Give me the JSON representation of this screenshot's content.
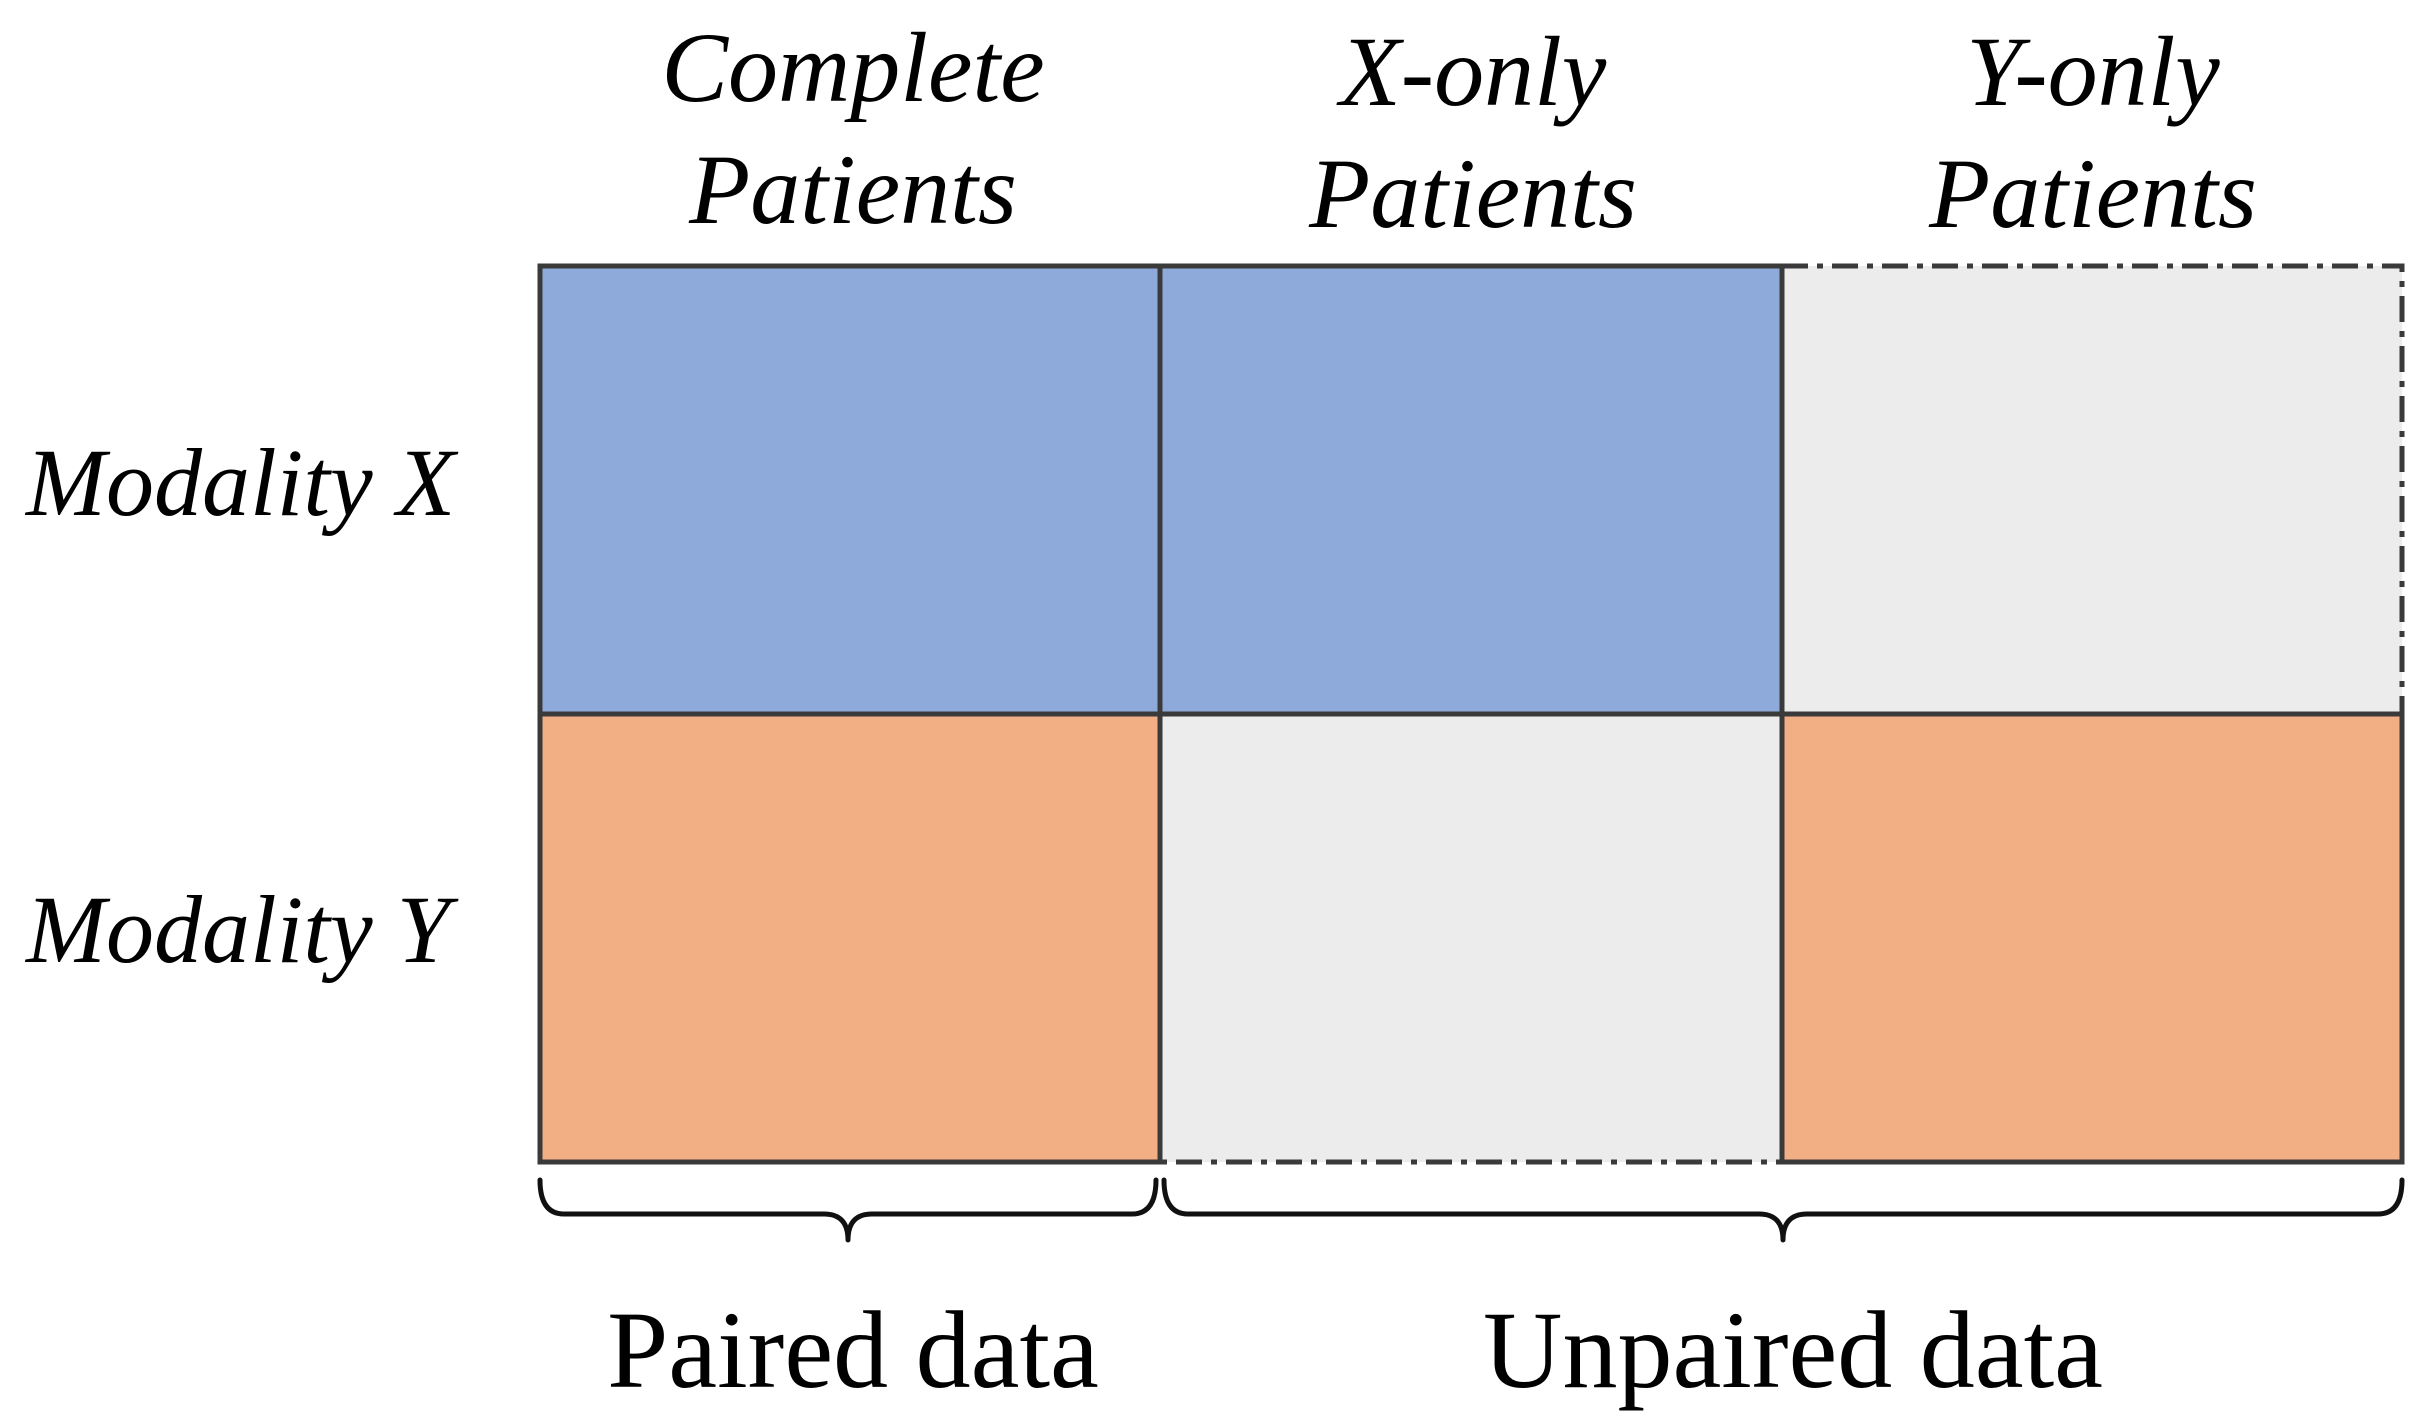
{
  "columns": [
    {
      "line1": "Complete",
      "line2": "Patients"
    },
    {
      "line1": "X-only",
      "line2": "Patients"
    },
    {
      "line1": "Y-only",
      "line2": "Patients"
    }
  ],
  "rows": [
    {
      "label": "Modality X"
    },
    {
      "label": "Modality Y"
    }
  ],
  "cells": [
    [
      "present",
      "present",
      "missing"
    ],
    [
      "present",
      "missing",
      "present"
    ]
  ],
  "groups": [
    {
      "label": "Paired data",
      "columns": [
        0
      ]
    },
    {
      "label": "Unpaired data",
      "columns": [
        1,
        2
      ]
    }
  ],
  "colors": {
    "modality_x": "#8eaadb",
    "modality_y": "#f2af84",
    "missing": "#ececec",
    "border": "#3a3a3a"
  }
}
